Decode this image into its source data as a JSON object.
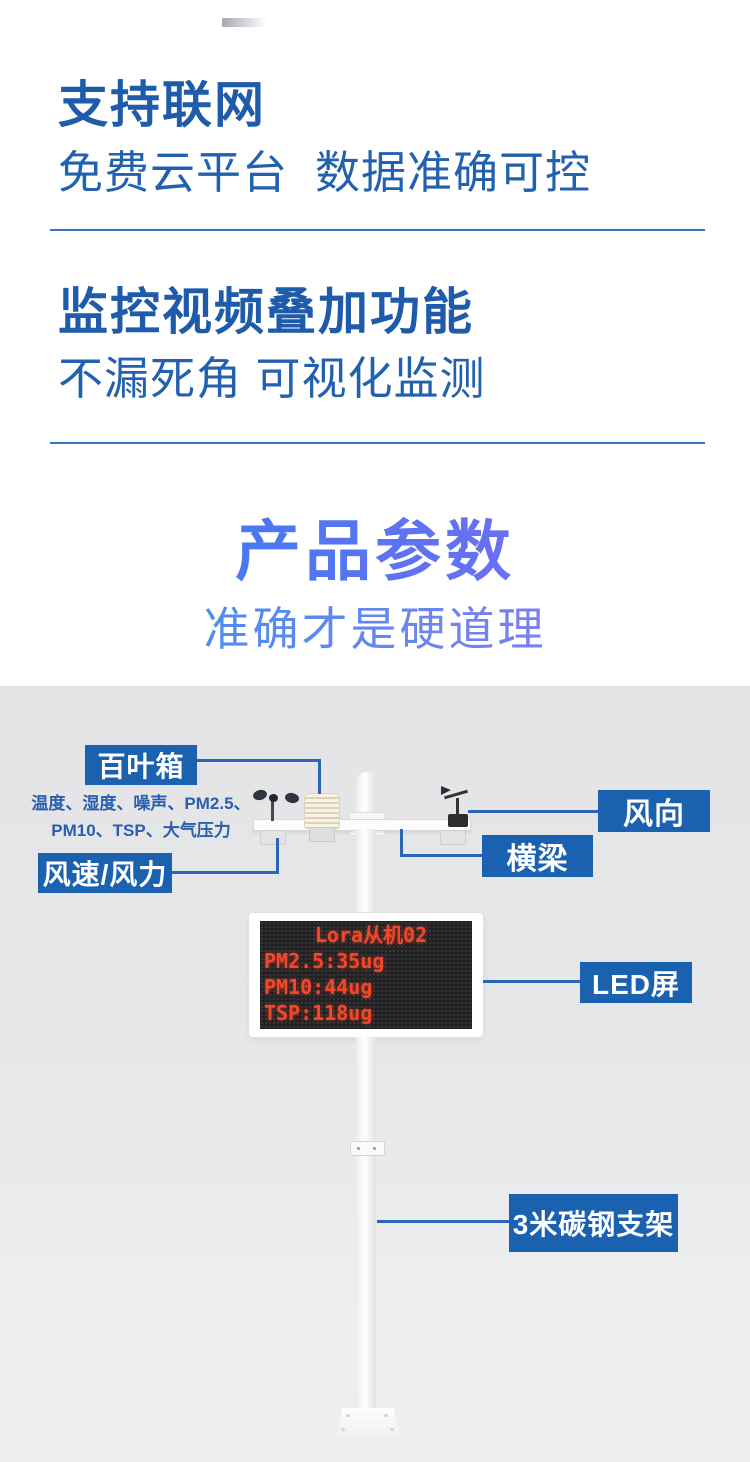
{
  "features": [
    {
      "title": "支持联网",
      "subtitle": "免费云平台  数据准确可控"
    },
    {
      "title": "监控视频叠加功能",
      "subtitle": "不漏死角 可视化监测"
    }
  ],
  "params": {
    "title": "产品参数",
    "subtitle": "准确才是硬道理"
  },
  "diagram": {
    "labels": {
      "louver": "百叶箱",
      "wind_speed": "风速/风力",
      "wind_direction": "风向",
      "beam": "横梁",
      "led": "LED屏",
      "bracket": "3米碳钢支架"
    },
    "sensor_note": {
      "line1": "温度、湿度、噪声、PM2.5、",
      "line2": "PM10、TSP、大气压力"
    },
    "led_screen": {
      "lines": [
        "Lora从机02",
        "PM2.5:35ug",
        "PM10:44ug",
        "TSP:118ug"
      ]
    }
  },
  "colors": {
    "heading_blue": "#1e5bab",
    "divider_blue": "#3474c5",
    "label_box_blue": "#1a62af",
    "connector_blue": "#2a66b5",
    "gradient_start": "#3b7cf1",
    "gradient_end": "#7b6bf2",
    "led_text_red": "#f2472a",
    "stage_grey": "#e5e6e8"
  }
}
